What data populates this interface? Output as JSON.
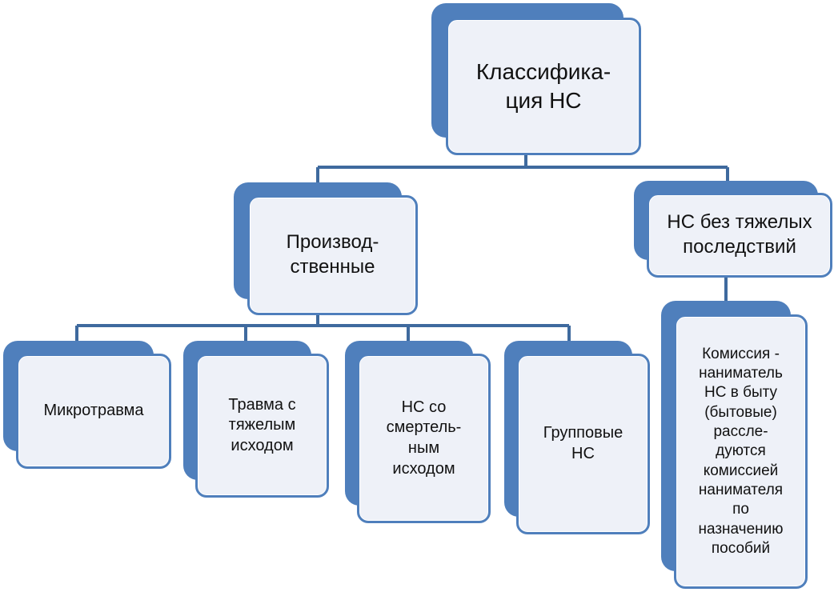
{
  "diagram": {
    "root": {
      "label": "Классифика-\nция НС"
    },
    "level1": [
      {
        "label": "Производ-\nственные"
      },
      {
        "label": "НС без тяжелых\nпоследствий"
      }
    ],
    "production_children": [
      {
        "label": "Микротравма"
      },
      {
        "label": "Травма с\nтяжелым\nисходом"
      },
      {
        "label": "НС со\nсмертель-\nным\nисходом"
      },
      {
        "label": "Групповые\nНС"
      }
    ],
    "minor_child": {
      "label": "Комиссия -\nнаниматель\nНС в быту\n(бытовые)\nрассле-\nдуются\nкомиссией\nнанимателя\nпо\nназначению\nпособий"
    }
  },
  "colors": {
    "shadow": "#4f7fbc",
    "fill": "#eef1f8",
    "connector": "#3f6a9e"
  }
}
